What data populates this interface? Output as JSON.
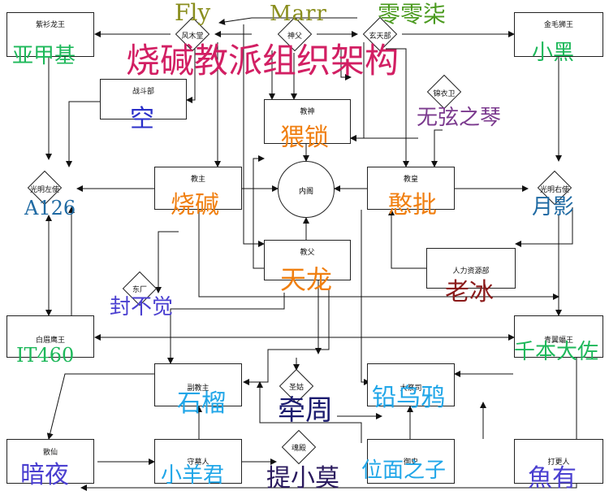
{
  "title": "烧碱教派组织架构",
  "header_names": {
    "left": "Fly",
    "mid": "Marr",
    "right": "零零柒"
  },
  "nodes": {
    "zishanlongwang": "紫衫龙王",
    "fengmutang": "风木堂",
    "shenfu": "神父",
    "xuantianbu": "玄天部",
    "jinmaoshiwang": "金毛狮王",
    "zhandoubu": "战斗部",
    "jinyiwei": "锦衣卫",
    "jiaoshen": "教神",
    "guangmingzuoshi": "光明左使",
    "jiaozhu": "教主",
    "neige": "内阁",
    "jiaohuang": "教皇",
    "guangmingyoushi": "光明右使",
    "jiaofu": "教父",
    "renliziyuanbu": "人力资源部",
    "dongchang": "东厂",
    "baimeiyingwang": "白眉鹰王",
    "qingyifuwang": "青翼蝠王",
    "shenggu": "圣姑",
    "fujiaozhu": "副教主",
    "dajisi": "大祭司",
    "hundian": "魂殿",
    "sanxian": "散仙",
    "shoumuren": "守墓人",
    "yushi": "御史",
    "dagengren": "打更人"
  },
  "names": {
    "zishanlongwang": "亚甲基",
    "jinmaoshiwang": "小黑",
    "zhandoubu": "空",
    "jinyiwei": "无弦之琴",
    "jiaoshen": "猥锁",
    "guangmingzuoshi": "A126",
    "jiaozhu": "烧碱",
    "jiaohuang": "憨批",
    "guangmingyoushi": "月影",
    "jiaofu": "天龙",
    "renliziyuanbu": "老冰",
    "dongchang": "封不觉",
    "baimeiyingwang": "IT460",
    "qingyifuwang": "千本大佐",
    "fujiaozhu": "石榴",
    "shenggu": "牵周",
    "dajisi": "铅乌鸦",
    "sanxian": "暗夜",
    "shoumuren": "小羊君",
    "hundian": "提小莫",
    "yushi": "位面之子",
    "dagengren": "魚有"
  },
  "colors": {
    "title": "#d21f63",
    "olive": "#8a8e1e",
    "green": "#1db85a",
    "blue": "#2a2fc9",
    "purple": "#7b3a8e",
    "orange": "#f07f10",
    "teal": "#1f6aa3",
    "darkred": "#8b1a1a",
    "indigo": "#4a3fd0",
    "sky": "#20a6e8",
    "navy": "#1a1a6e"
  }
}
